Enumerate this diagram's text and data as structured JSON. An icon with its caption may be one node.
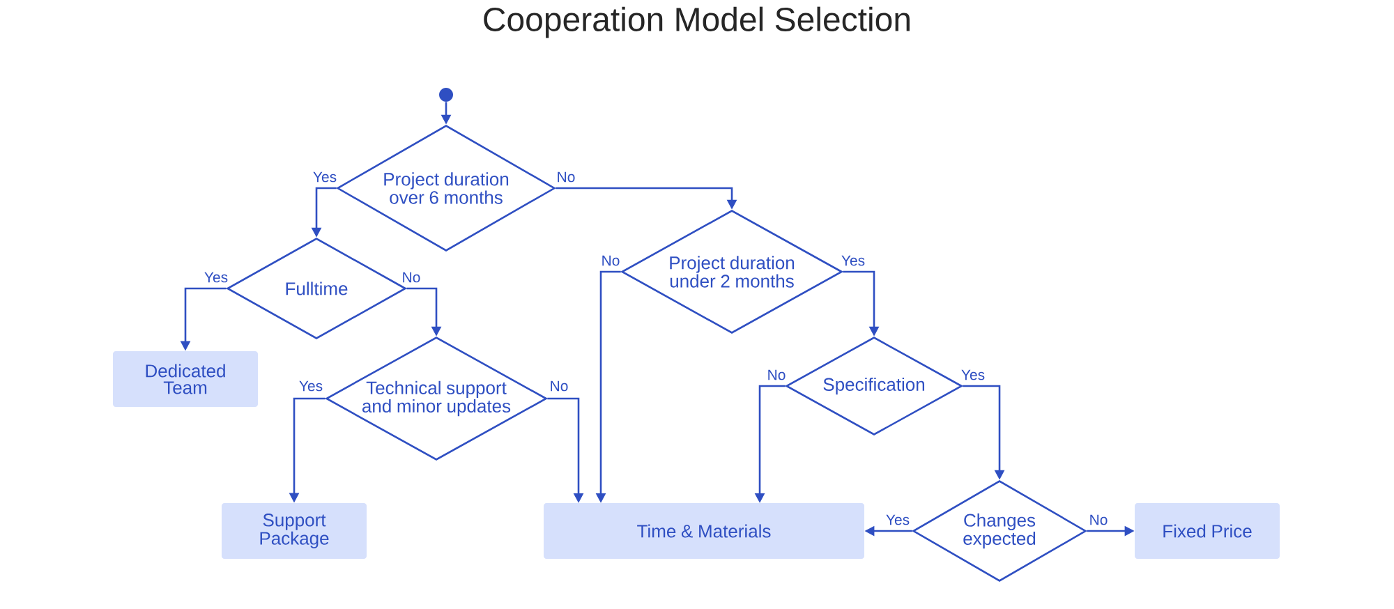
{
  "diagram": {
    "title": "Cooperation Model Selection",
    "nodes": [
      {
        "text": [],
        "shape": "circle"
      },
      {
        "text": [
          "Project duration over 6 months"
        ]
      },
      {
        "text": [
          "Fulltime"
        ]
      },
      {
        "text": [
          "Dedicated Team"
        ]
      },
      {
        "text": [
          "Technical support and minor updates"
        ]
      },
      {
        "text": [
          "Support Package"
        ]
      },
      {
        "text": [
          "Time & Materials"
        ]
      },
      {
        "text": [
          "Project duration under 2 months"
        ]
      },
      {
        "text": [
          "Specification"
        ]
      },
      {
        "text": [
          "Changes expected"
        ]
      },
      {
        "text": [
          "Fixed Price"
        ]
      }
    ],
    "edges": [
      {
        "from": 0,
        "to": 1,
        "arrow": "to"
      },
      {
        "from": 1,
        "to": 2,
        "arrow": "to",
        "label": "Yes"
      },
      {
        "from": 1,
        "to": 7,
        "arrow": "to",
        "label": "No"
      },
      {
        "from": 2,
        "to": 3,
        "arrow": "to",
        "label": "Yes"
      },
      {
        "from": 2,
        "to": 4,
        "arrow": "to",
        "label": "No"
      },
      {
        "from": 4,
        "to": 5,
        "arrow": "to",
        "label": "Yes"
      },
      {
        "from": 4,
        "to": 6,
        "arrow": "to",
        "label": "No"
      },
      {
        "from": 7,
        "to": 6,
        "arrow": "to",
        "label": "No"
      },
      {
        "from": 7,
        "to": 8,
        "arrow": "to",
        "label": "Yes"
      },
      {
        "from": 8,
        "to": 6,
        "arrow": "to",
        "label": "No"
      },
      {
        "from": 8,
        "to": 9,
        "arrow": "to",
        "label": "Yes"
      },
      {
        "from": 9,
        "to": 6,
        "arrow": "to",
        "label": "Yes"
      },
      {
        "from": 9,
        "to": 10,
        "arrow": "to",
        "label": "No"
      }
    ]
  }
}
